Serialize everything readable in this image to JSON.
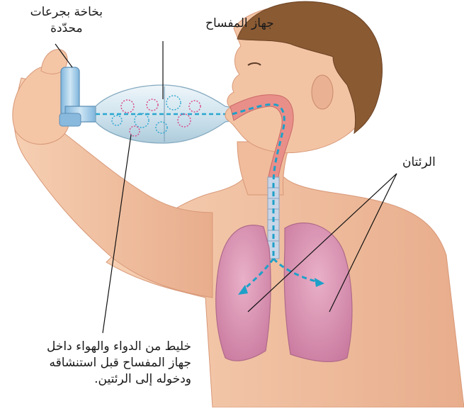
{
  "labels": {
    "inhaler": [
      "بخاخة بجرعات",
      "محدّدة"
    ],
    "spacer": "جهاز المفساح",
    "lungs": "الرئتان",
    "mixture": [
      "خليط من الدواء والهواء داخل",
      "جهاز المفساح قبل استنشاقه",
      "ودخوله إلى الرئتين."
    ]
  },
  "colors": {
    "skin": "#f2c3a3",
    "skin_shadow": "#e0a584",
    "hair": "#8a5a33",
    "lung": "#d98fb0",
    "airway": "#e98f8a",
    "airflow": "#1ea0c8",
    "spacer": "#cfe3ee",
    "inhaler": "#9cc8e6"
  }
}
